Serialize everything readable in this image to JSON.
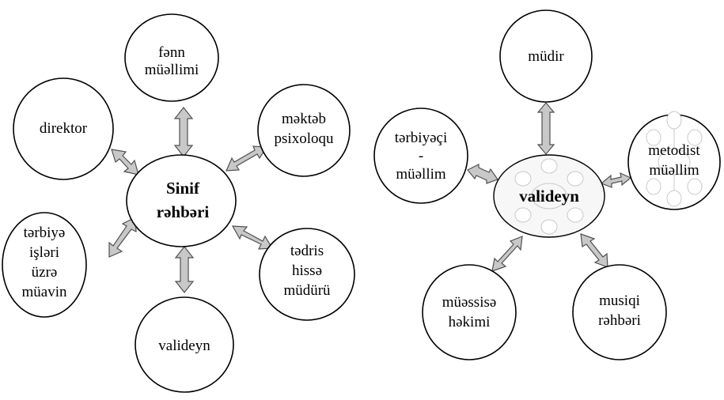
{
  "diagram_left": {
    "center": {
      "lines": [
        "Sinif",
        "rəhbəri"
      ]
    },
    "nodes": [
      {
        "id": "fenn-muellimi",
        "lines": [
          "fənn",
          "müəllimi"
        ]
      },
      {
        "id": "mekteb-psixoloqu",
        "lines": [
          "məktəb",
          "psixoloqu"
        ]
      },
      {
        "id": "tedris-hisse-muduru",
        "lines": [
          "tədris",
          "hissə",
          "müdürü"
        ]
      },
      {
        "id": "valideyn",
        "lines": [
          "valideyn"
        ]
      },
      {
        "id": "terbiye-isleri-uzre-muavin",
        "lines": [
          "tərbiyə",
          "işləri",
          "üzrə",
          "müavin"
        ]
      },
      {
        "id": "direktor",
        "lines": [
          "direktor"
        ]
      }
    ]
  },
  "diagram_right": {
    "center": {
      "lines": [
        "valideyn"
      ]
    },
    "nodes": [
      {
        "id": "mudir",
        "lines": [
          "müdir"
        ]
      },
      {
        "id": "metodist-muellim",
        "lines": [
          "metodist",
          "müəllim"
        ]
      },
      {
        "id": "musiqi-rehberi",
        "lines": [
          "musiqi",
          "rəhbəri"
        ]
      },
      {
        "id": "muessise-hekimi",
        "lines": [
          "müəssisə",
          "həkimi"
        ]
      },
      {
        "id": "terbiyeci-muellim",
        "lines": [
          "tərbiyəçi",
          "-",
          "müəllim"
        ]
      }
    ]
  }
}
